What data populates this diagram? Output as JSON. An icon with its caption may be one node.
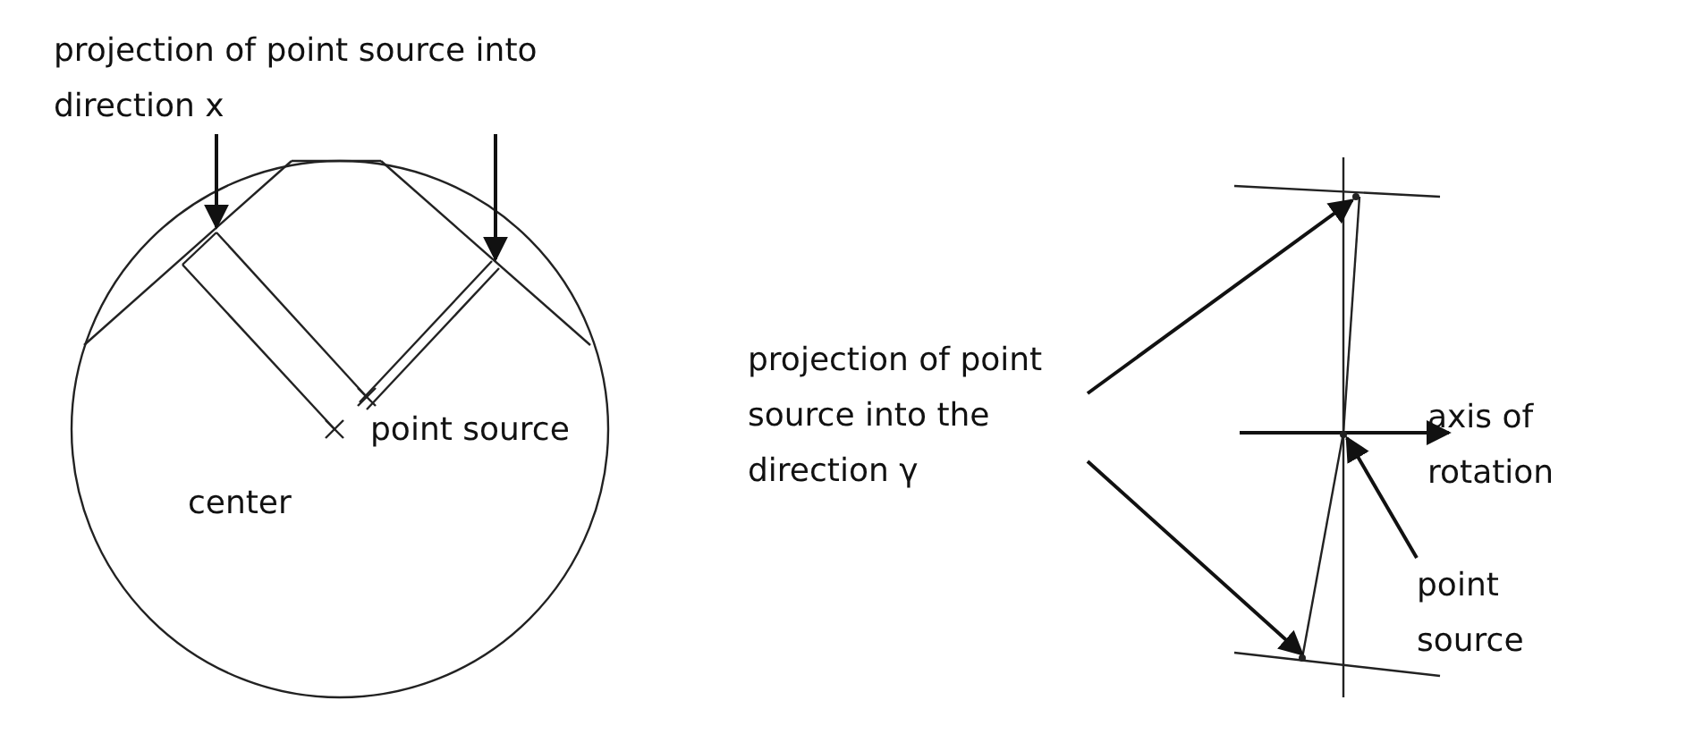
{
  "diagram": {
    "nodes": [
      {
        "text": [
          "projection of point source into direction x"
        ]
      },
      {
        "text": [
          "projection of point source into the direction γ"
        ]
      },
      {
        "text": [
          "point source"
        ]
      },
      {
        "text": [],
        "shape": "circle"
      },
      {
        "text": [],
        "shape": "circle"
      },
      {
        "text": [],
        "shape": "circle"
      }
    ],
    "edges": [
      {
        "from": 0,
        "to": null,
        "arrow": "to"
      },
      {
        "from": 0,
        "to": null,
        "arrow": "to"
      },
      {
        "from": 1,
        "to": 3,
        "arrow": "to"
      },
      {
        "from": 1,
        "to": 4,
        "arrow": "to"
      },
      {
        "from": 2,
        "to": 5,
        "arrow": "to"
      }
    ],
    "labels": [
      "point source",
      "center",
      "axis of rotation"
    ]
  }
}
